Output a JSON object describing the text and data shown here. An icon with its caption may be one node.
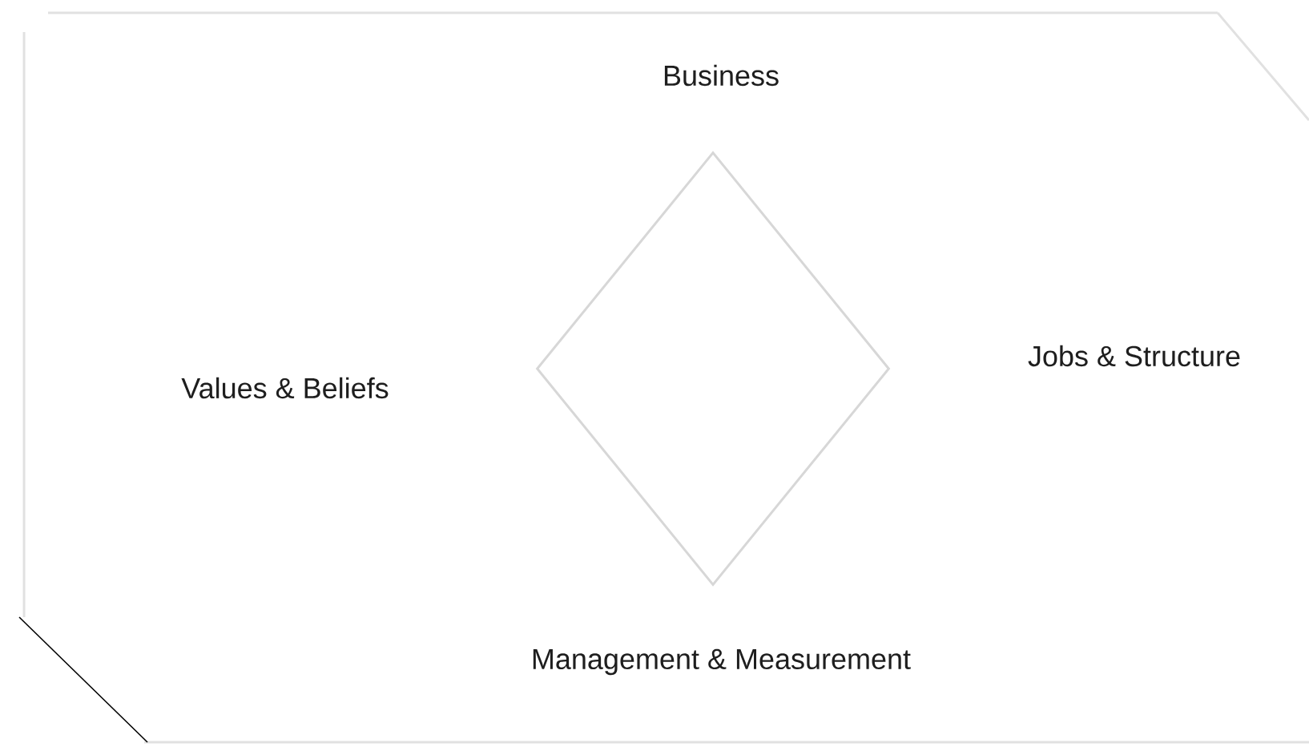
{
  "diagram": {
    "nodes": [
      {
        "text": [],
        "shape": "diamond"
      }
    ],
    "labels": [
      "Business",
      "Jobs & Structure",
      "Values & Beliefs",
      "Management & Measurement"
    ]
  }
}
